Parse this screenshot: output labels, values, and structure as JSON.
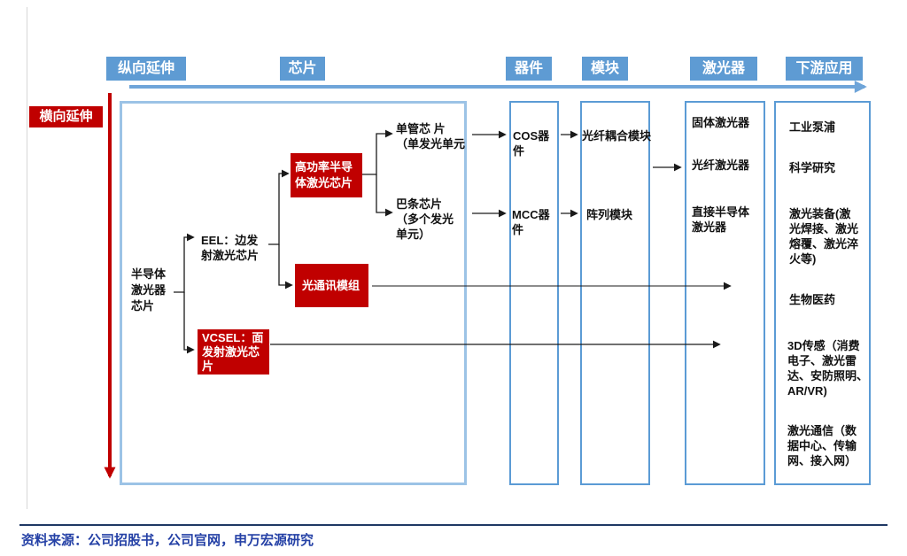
{
  "colors": {
    "header_blue": "#5E9BD3",
    "flow_arrow_blue": "#6FA5D9",
    "box_red": "#C00000",
    "big_box_border": "#9CC3E6",
    "column_border": "#5B9BD5",
    "footer_navy": "#1F3864",
    "source_text_blue": "#2541A6"
  },
  "headers": {
    "longitudinal": "纵向延伸",
    "chip": "芯片",
    "device": "器件",
    "module": "模块",
    "laser": "激光器",
    "downstream": "下游应用"
  },
  "side_label": "横向延伸",
  "chip_column": {
    "root": [
      "半导体",
      "激光器",
      "芯片"
    ],
    "eel": [
      "EEL：边发",
      "射激光芯片"
    ],
    "vcsel": [
      "VCSEL：面",
      "发射激光芯",
      "片"
    ],
    "high_power": [
      "高功率半导",
      "体激光芯片"
    ],
    "optical_comm_module": "光通讯模组",
    "single_emitter_chip": [
      "单管芯 片",
      "（单发光单元"
    ],
    "bar_chip": [
      "巴条芯片",
      "（多个发光",
      "单元）"
    ]
  },
  "device_column": {
    "cos": "COS器件",
    "mcc": "MCC器件"
  },
  "module_column": {
    "fiber_coupled": "光纤耦合模块",
    "array": "阵列模块"
  },
  "laser_column": {
    "solid_state": "固体激光器",
    "fiber": "光纤激光器",
    "direct_semiconductor": [
      "直接半导体",
      "激光器"
    ]
  },
  "downstream_column": {
    "industrial_pump": "工业泵浦",
    "scientific_research": "科学研究",
    "laser_equipment": [
      "激光装备(激",
      "光焊接、激光",
      "熔覆、激光淬",
      "火等)"
    ],
    "biomedicine": "生物医药",
    "sensing_3d": [
      "3D传感（消费",
      "电子、激光雷",
      "达、安防照明、",
      "AR/VR)"
    ],
    "laser_communication": [
      "激光通信（数",
      "据中心、传输",
      "网、接入网）"
    ]
  },
  "footer": {
    "source": "资料来源：公司招股书，公司官网，申万宏源研究"
  }
}
